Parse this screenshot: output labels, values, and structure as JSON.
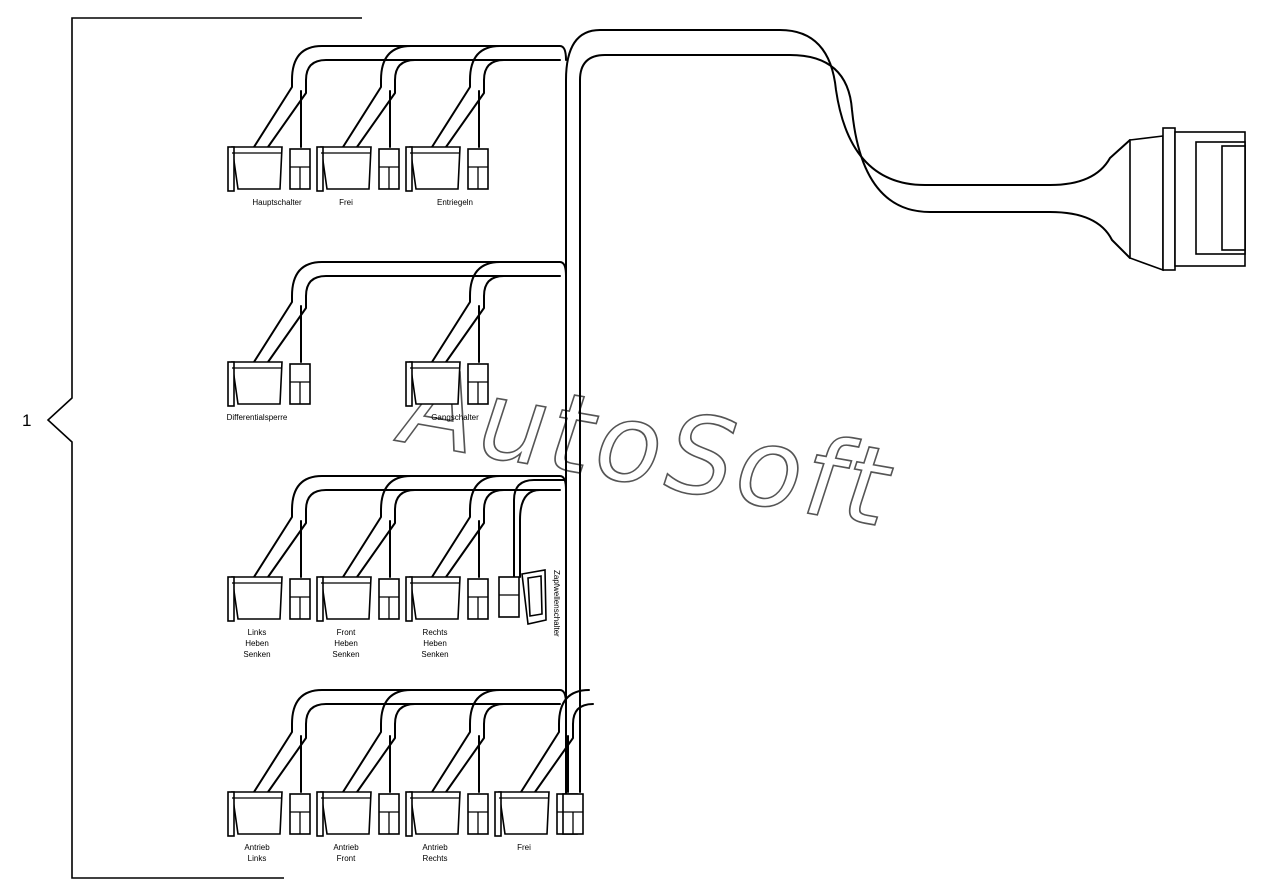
{
  "diagram": {
    "index_label": "1",
    "watermark": "AutoSoft",
    "rows": [
      {
        "connectors": [
          {
            "lines": [
              "Hauptschalter"
            ]
          },
          {
            "lines": [
              "Frei"
            ]
          },
          {
            "lines": [
              "Entriegeln"
            ]
          }
        ]
      },
      {
        "connectors": [
          {
            "lines": [
              "Differentialsperre"
            ]
          },
          {
            "lines": [
              "Gangschalter"
            ]
          }
        ]
      },
      {
        "connectors": [
          {
            "lines": [
              "Links",
              "Heben",
              "Senken"
            ]
          },
          {
            "lines": [
              "Front",
              "Heben",
              "Senken"
            ]
          },
          {
            "lines": [
              "Rechts",
              "Heben",
              "Senken"
            ]
          }
        ],
        "side_connector_label": "Zapfwellenschalter"
      },
      {
        "connectors": [
          {
            "lines": [
              "Antrieb",
              "Links"
            ]
          },
          {
            "lines": [
              "Antrieb",
              "Front"
            ]
          },
          {
            "lines": [
              "Antrieb",
              "Rechts"
            ]
          },
          {
            "lines": [
              "Frei"
            ]
          }
        ]
      }
    ]
  }
}
